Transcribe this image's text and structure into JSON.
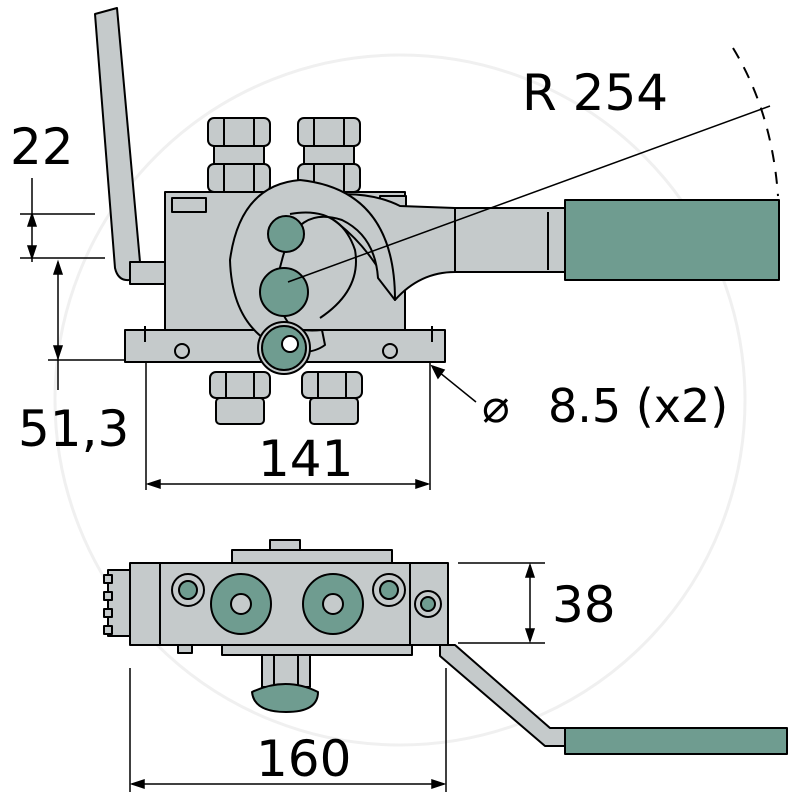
{
  "top_view": {
    "dim_22": "22",
    "dim_51_3": "51,3",
    "dim_141": "141",
    "radius_label": "R 254",
    "hole_label": "8.5 (x2)",
    "hole_symbol": "⌀"
  },
  "side_view": {
    "dim_38": "38",
    "dim_160": "160"
  },
  "colors": {
    "body": "#c5cacb",
    "accent": "#6f9c90",
    "line": "#000000"
  }
}
